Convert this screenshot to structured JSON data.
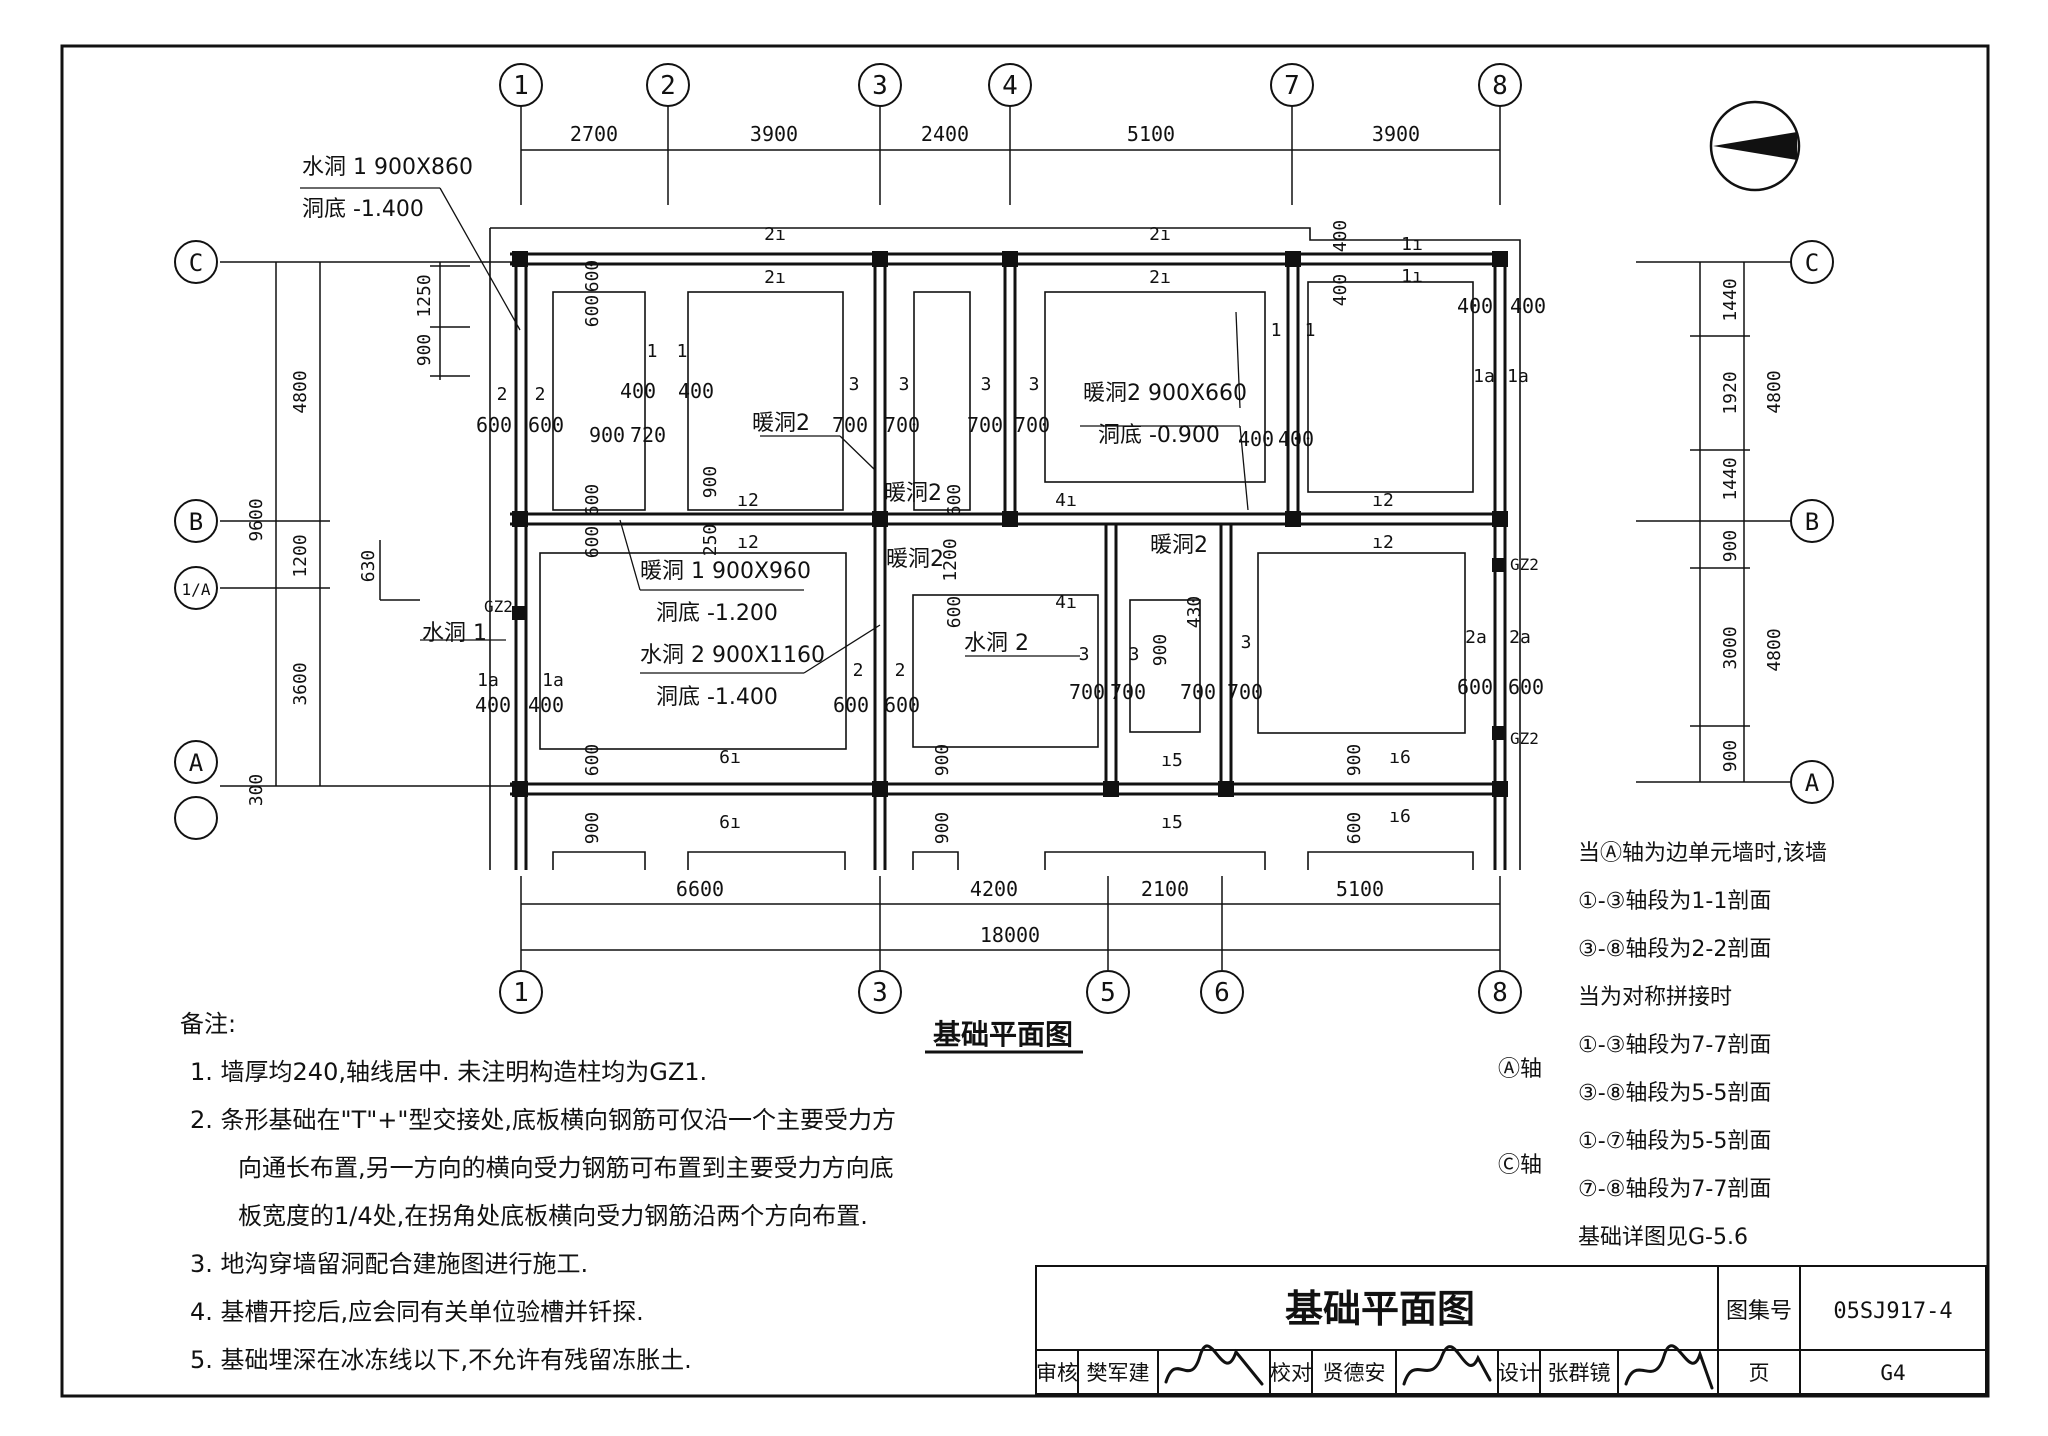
{
  "drawing_title": "基础平面图",
  "north_arrow": "north-arrow-icon",
  "axes_top": [
    "1",
    "2",
    "3",
    "4",
    "7",
    "8"
  ],
  "dims_top": [
    "2700",
    "3900",
    "2400",
    "5100",
    "3900"
  ],
  "axes_bottom": [
    "1",
    "3",
    "5",
    "6",
    "8"
  ],
  "dims_bottom": [
    "6600",
    "4200",
    "2100",
    "5100"
  ],
  "dim_total": "18000",
  "axes_left": [
    "C",
    "B",
    "1/A",
    "A"
  ],
  "axes_right": [
    "C",
    "B",
    "A"
  ],
  "dims_left": {
    "d4800": "4800",
    "d9600": "9600",
    "d1200": "1200",
    "d3600": "3600",
    "d630": "630",
    "d300": "300",
    "d1250": "1250",
    "d900": "900"
  },
  "dims_right": {
    "d1440a": "1440",
    "d1920": "1920",
    "d1440b": "1440",
    "d4800a": "4800",
    "d900a": "900",
    "d3000": "3000",
    "d4800b": "4800",
    "d900b": "900"
  },
  "annotations": {
    "water1_label": "水洞 1 900X860",
    "water1_bottom": "洞底 -1.400",
    "heat2_label": "暖洞2 900X660",
    "heat2_bottom": "洞底 -0.900",
    "heat1_label": "暖洞 1 900X960",
    "heat1_bottom": "洞底 -1.200",
    "water2_label": "水洞 2 900X1160",
    "water2_bottom": "洞底 -1.400",
    "heat2_a": "暖洞2",
    "heat2_b": "暖洞2",
    "heat2_c": "暖洞2",
    "heat2_d": "暖洞2",
    "water1_short": "水洞 1",
    "water2_short": "水洞 2",
    "gz2": "GZ2"
  },
  "section_marks": [
    "2",
    "2",
    "1",
    "1",
    "3",
    "3",
    "3",
    "3",
    "1",
    "1",
    "1a",
    "1a",
    "1a",
    "1a",
    "2",
    "2",
    "3",
    "3",
    "3",
    "2a",
    "2a",
    "1",
    "1",
    "4",
    "4",
    "5",
    "5",
    "6",
    "6",
    "2",
    "2",
    "2",
    "6"
  ],
  "inner_dims": [
    "600",
    "600",
    "900",
    "720",
    "400",
    "400",
    "700",
    "700",
    "700",
    "700",
    "400",
    "400",
    "400",
    "400",
    "600",
    "600",
    "250",
    "900",
    "600",
    "1200",
    "430",
    "900",
    "400",
    "400",
    "600",
    "600",
    "700",
    "700",
    "700",
    "700",
    "600",
    "600",
    "900",
    "900",
    "900",
    "900",
    "900",
    "600"
  ],
  "right_notes": [
    "当Ⓐ轴为边单元墙时,该墙",
    "①-③轴段为1-1剖面",
    "③-⑧轴段为2-2剖面",
    "当为对称拼接时",
    "①-③轴段为7-7剖面",
    "③-⑧轴段为5-5剖面",
    "①-⑦轴段为5-5剖面",
    "⑦-⑧轴段为7-7剖面",
    "基础详图见G-5.6"
  ],
  "axis_a_label": "Ⓐ轴",
  "axis_c_label": "Ⓒ轴",
  "notes_title": "备注:",
  "notes": [
    "1. 墙厚均240,轴线居中. 未注明构造柱均为GZ1.",
    "2. 条形基础在\"T\"+\"型交接处,底板横向钢筋可仅沿一个主要受力方",
    "向通长布置,另一方向的横向受力钢筋可布置到主要受力方向底",
    "板宽度的1/4处,在拐角处底板横向受力钢筋沿两个方向布置.",
    "3. 地沟穿墙留洞配合建施图进行施工.",
    "4. 基槽开挖后,应会同有关单位验槽并钎探.",
    "5. 基础埋深在冰冻线以下,不允许有残留冻胀土."
  ],
  "title_block": {
    "title": "基础平面图",
    "atlas_label": "图集号",
    "atlas_no": "05SJ917-4",
    "review_label": "审核",
    "reviewer": "樊军建",
    "check_label": "校对",
    "checker": "贤德安",
    "design_label": "设计",
    "designer": "张群镜",
    "page_label": "页",
    "page_no": "G4"
  }
}
